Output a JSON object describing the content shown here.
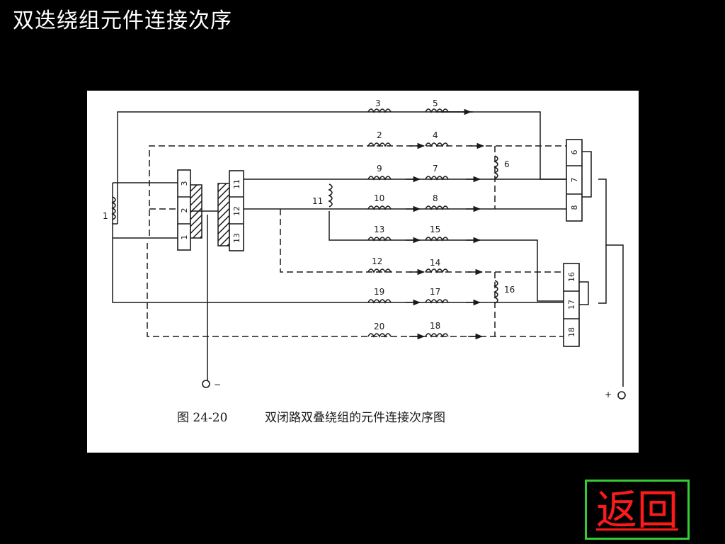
{
  "slide": {
    "title": "双迭绕组元件连接次序",
    "back_label": "返回"
  },
  "figure": {
    "caption_number": "图 24-20",
    "caption_text": "双闭路双叠绕组的元件连接次序图",
    "terminal_negative": "−",
    "terminal_positive": "+",
    "left_commutator_segments": [
      "3",
      "2",
      "1"
    ],
    "middle_commutator_segments": [
      "11",
      "12",
      "13"
    ],
    "right_commutator_segments_top": [
      "6",
      "7",
      "8"
    ],
    "right_commutator_segments_bottom": [
      "16",
      "17",
      "18"
    ],
    "coil_labels": {
      "c1": "1",
      "c2": "2",
      "c3": "3",
      "c4": "4",
      "c5": "5",
      "c6": "6",
      "c7": "7",
      "c8": "8",
      "c9": "9",
      "c10": "10",
      "c11": "11",
      "c12": "12",
      "c13": "13",
      "c14": "14",
      "c15": "15",
      "c16": "16",
      "c17": "17",
      "c18": "18",
      "c19": "19",
      "c20": "20"
    }
  },
  "colors": {
    "background": "#000000",
    "title_text": "#ffffff",
    "back_text": "#ff1a1a",
    "back_border": "#33cc33",
    "figure_background": "#ffffff"
  }
}
